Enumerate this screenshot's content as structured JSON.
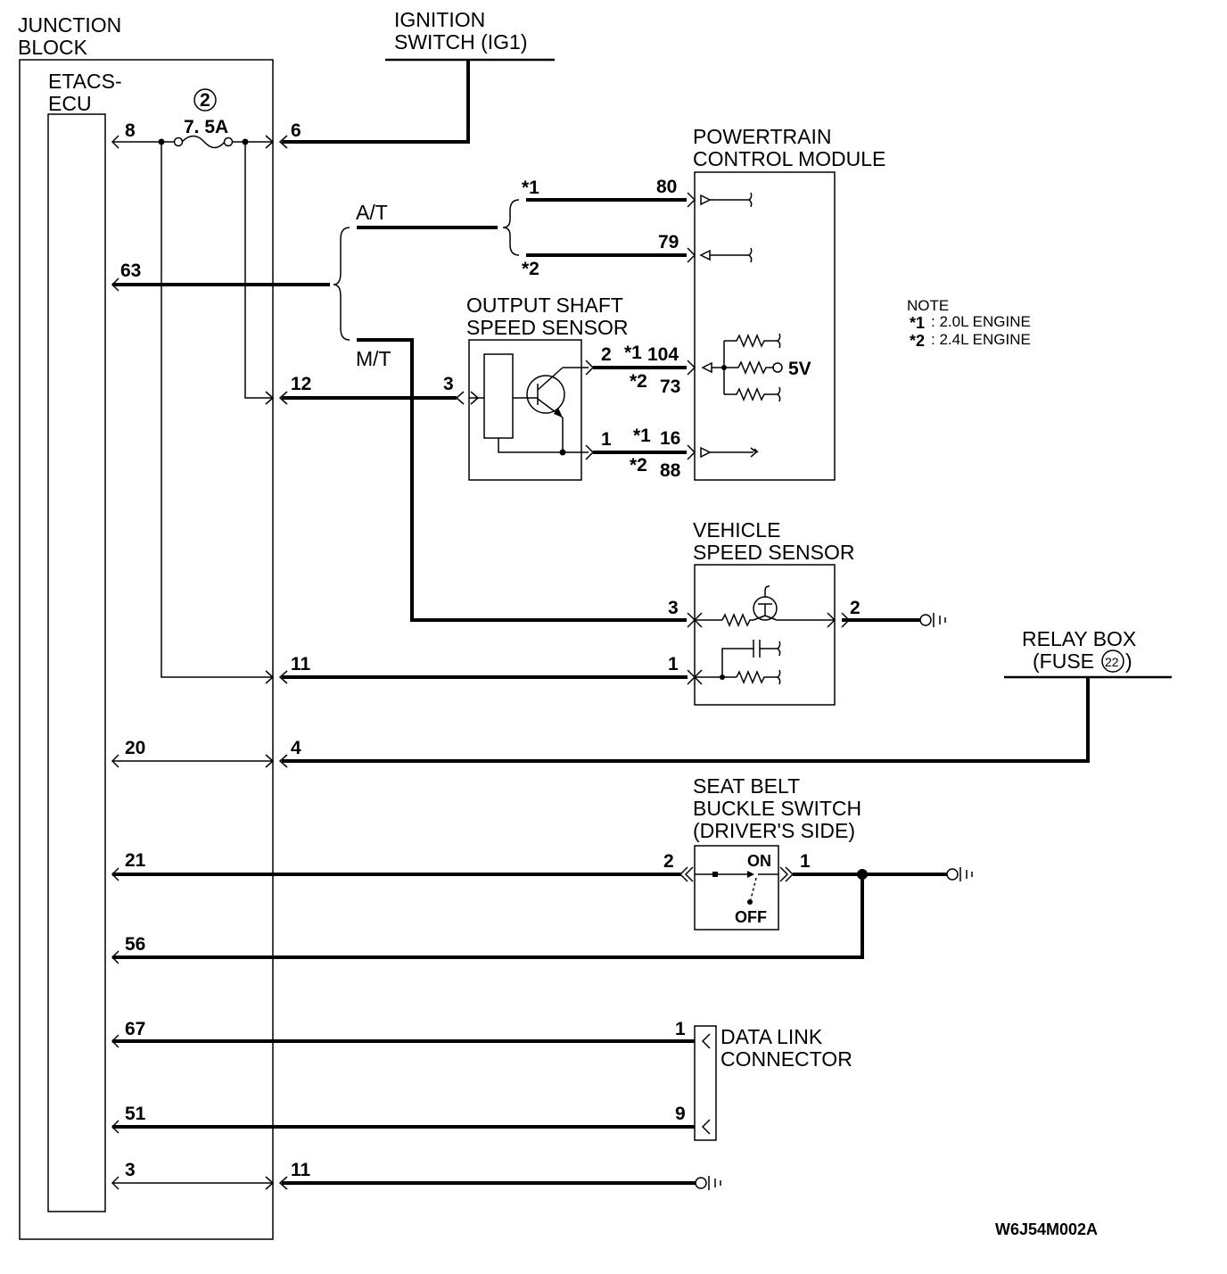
{
  "components": {
    "junction_block": "JUNCTION\nBLOCK",
    "etacs_ecu": "ETACS-\nECU",
    "ignition_switch": "IGNITION\nSWITCH (IG1)",
    "pcm": "POWERTRAIN\nCONTROL MODULE",
    "output_shaft_sensor": "OUTPUT SHAFT\nSPEED SENSOR",
    "vehicle_speed_sensor": "VEHICLE\nSPEED SENSOR",
    "relay_box": "RELAY BOX\n(FUSE",
    "relay_box_fuse": "22",
    "relay_box_close": ")",
    "seat_belt_switch": "SEAT BELT\nBUCKLE SWITCH\n(DRIVER'S SIDE)",
    "data_link_connector": "DATA LINK\nCONNECTOR"
  },
  "fuse": {
    "number": "2",
    "rating": "7. 5A"
  },
  "branches": {
    "at": "A/T",
    "mt": "M/T"
  },
  "ecu_pins": [
    "8",
    "63",
    "20",
    "21",
    "56",
    "67",
    "51",
    "3"
  ],
  "jb_pins": [
    "6",
    "12",
    "11",
    "4",
    "11"
  ],
  "pcm_pins": {
    "p80": "*1",
    "p80_num": "80",
    "p79": "*2",
    "p79_num": "79",
    "p104_pre": "*1",
    "p104": "104",
    "p73_pre": "*2",
    "p73": "73",
    "p16_pre": "*1",
    "p16": "16",
    "p88_pre": "*2",
    "p88": "88",
    "voltage": "5V"
  },
  "sensor_pins": {
    "oss_3": "3",
    "oss_2": "2",
    "oss_1": "1",
    "vss_3": "3",
    "vss_2": "2",
    "vss_1": "1",
    "sb_2": "2",
    "sb_1": "1",
    "dlc_1": "1",
    "dlc_9": "9"
  },
  "switch_states": {
    "on": "ON",
    "off": "OFF"
  },
  "note": {
    "title": "NOTE",
    "line1_mark": "*1",
    "line1": ": 2.0L ENGINE",
    "line2_mark": "*2",
    "line2": ": 2.4L ENGINE"
  },
  "figure_id": "W6J54M002A"
}
